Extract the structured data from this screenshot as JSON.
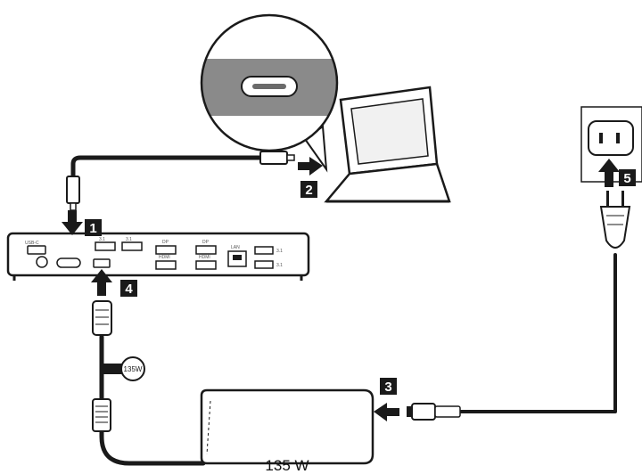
{
  "steps": {
    "s1": "1",
    "s2": "2",
    "s3": "3",
    "s4": "4",
    "s5": "5"
  },
  "adapter": {
    "caption": "135 W",
    "tag_label": "135W"
  },
  "dock": {
    "port_labels": [
      "USB-C",
      "3.1",
      "3.1",
      "DP",
      "DP",
      "HDMI",
      "HDMI",
      "LAN",
      "3.1",
      "3.1"
    ]
  },
  "colors": {
    "ink": "#1a1a1a",
    "callout_gray": "#8a8a8a",
    "device_fill": "#ffffff",
    "screen_fill": "#f1f1f1"
  },
  "icons": [
    "usb-c-port-icon",
    "power-outlet-icon",
    "arrow-icon",
    "laptop-icon",
    "power-adapter-icon",
    "dock-icon",
    "ethernet-port-icon"
  ]
}
